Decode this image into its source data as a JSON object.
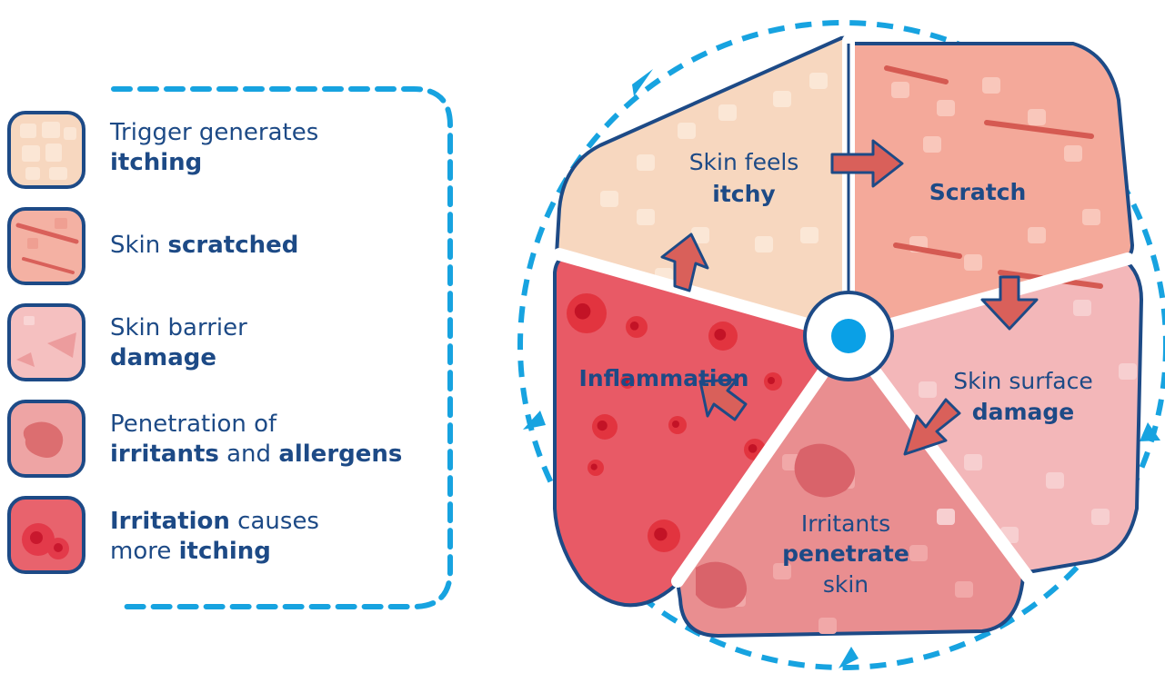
{
  "legend": {
    "items": [
      {
        "icon": "skin-normal-icon",
        "line1": "Trigger generates",
        "line1_bold": "",
        "line1_tail": "",
        "line2": "",
        "line2_bold": "itching",
        "line2_tail": ""
      },
      {
        "icon": "skin-scratched-icon",
        "line1": "Skin ",
        "line1_bold": "scratched",
        "line1_tail": "",
        "line2": "",
        "line2_bold": "",
        "line2_tail": ""
      },
      {
        "icon": "skin-barrier-damage-icon",
        "line1": "Skin barrier",
        "line1_bold": "",
        "line1_tail": "",
        "line2": "",
        "line2_bold": "damage",
        "line2_tail": ""
      },
      {
        "icon": "skin-penetration-icon",
        "line1": "Penetration of",
        "line1_bold": "",
        "line1_tail": "",
        "line2": "",
        "line2_bold": "irritants",
        "line2_tail": " and ",
        "line2_bold2": "allergens"
      },
      {
        "icon": "skin-irritation-icon",
        "line1": "",
        "line1_bold": "Irritation",
        "line1_tail": " causes",
        "line2": "more ",
        "line2_bold": "itching",
        "line2_tail": ""
      }
    ]
  },
  "cycle": {
    "segments": [
      {
        "id": "itchy",
        "line1": "Skin feels",
        "line2": "itchy",
        "fill": "#f7d7bf"
      },
      {
        "id": "scratch",
        "line1": "",
        "line2": "Scratch",
        "fill": "#f4a99a"
      },
      {
        "id": "surface",
        "line1": "Skin surface",
        "line2": "damage",
        "fill": "#f3b7b9"
      },
      {
        "id": "penetrate",
        "line1": "Irritants",
        "line2": "penetrate",
        "line3": "skin",
        "fill": "#e98e90"
      },
      {
        "id": "inflammation",
        "line1": "",
        "line2": "Inflammation",
        "fill": "#e85a66"
      }
    ]
  },
  "colors": {
    "navy": "#1d4a86",
    "dashed": "#17a3e0",
    "center_dot": "#0aa0e6",
    "arrow": "#d9605a"
  }
}
